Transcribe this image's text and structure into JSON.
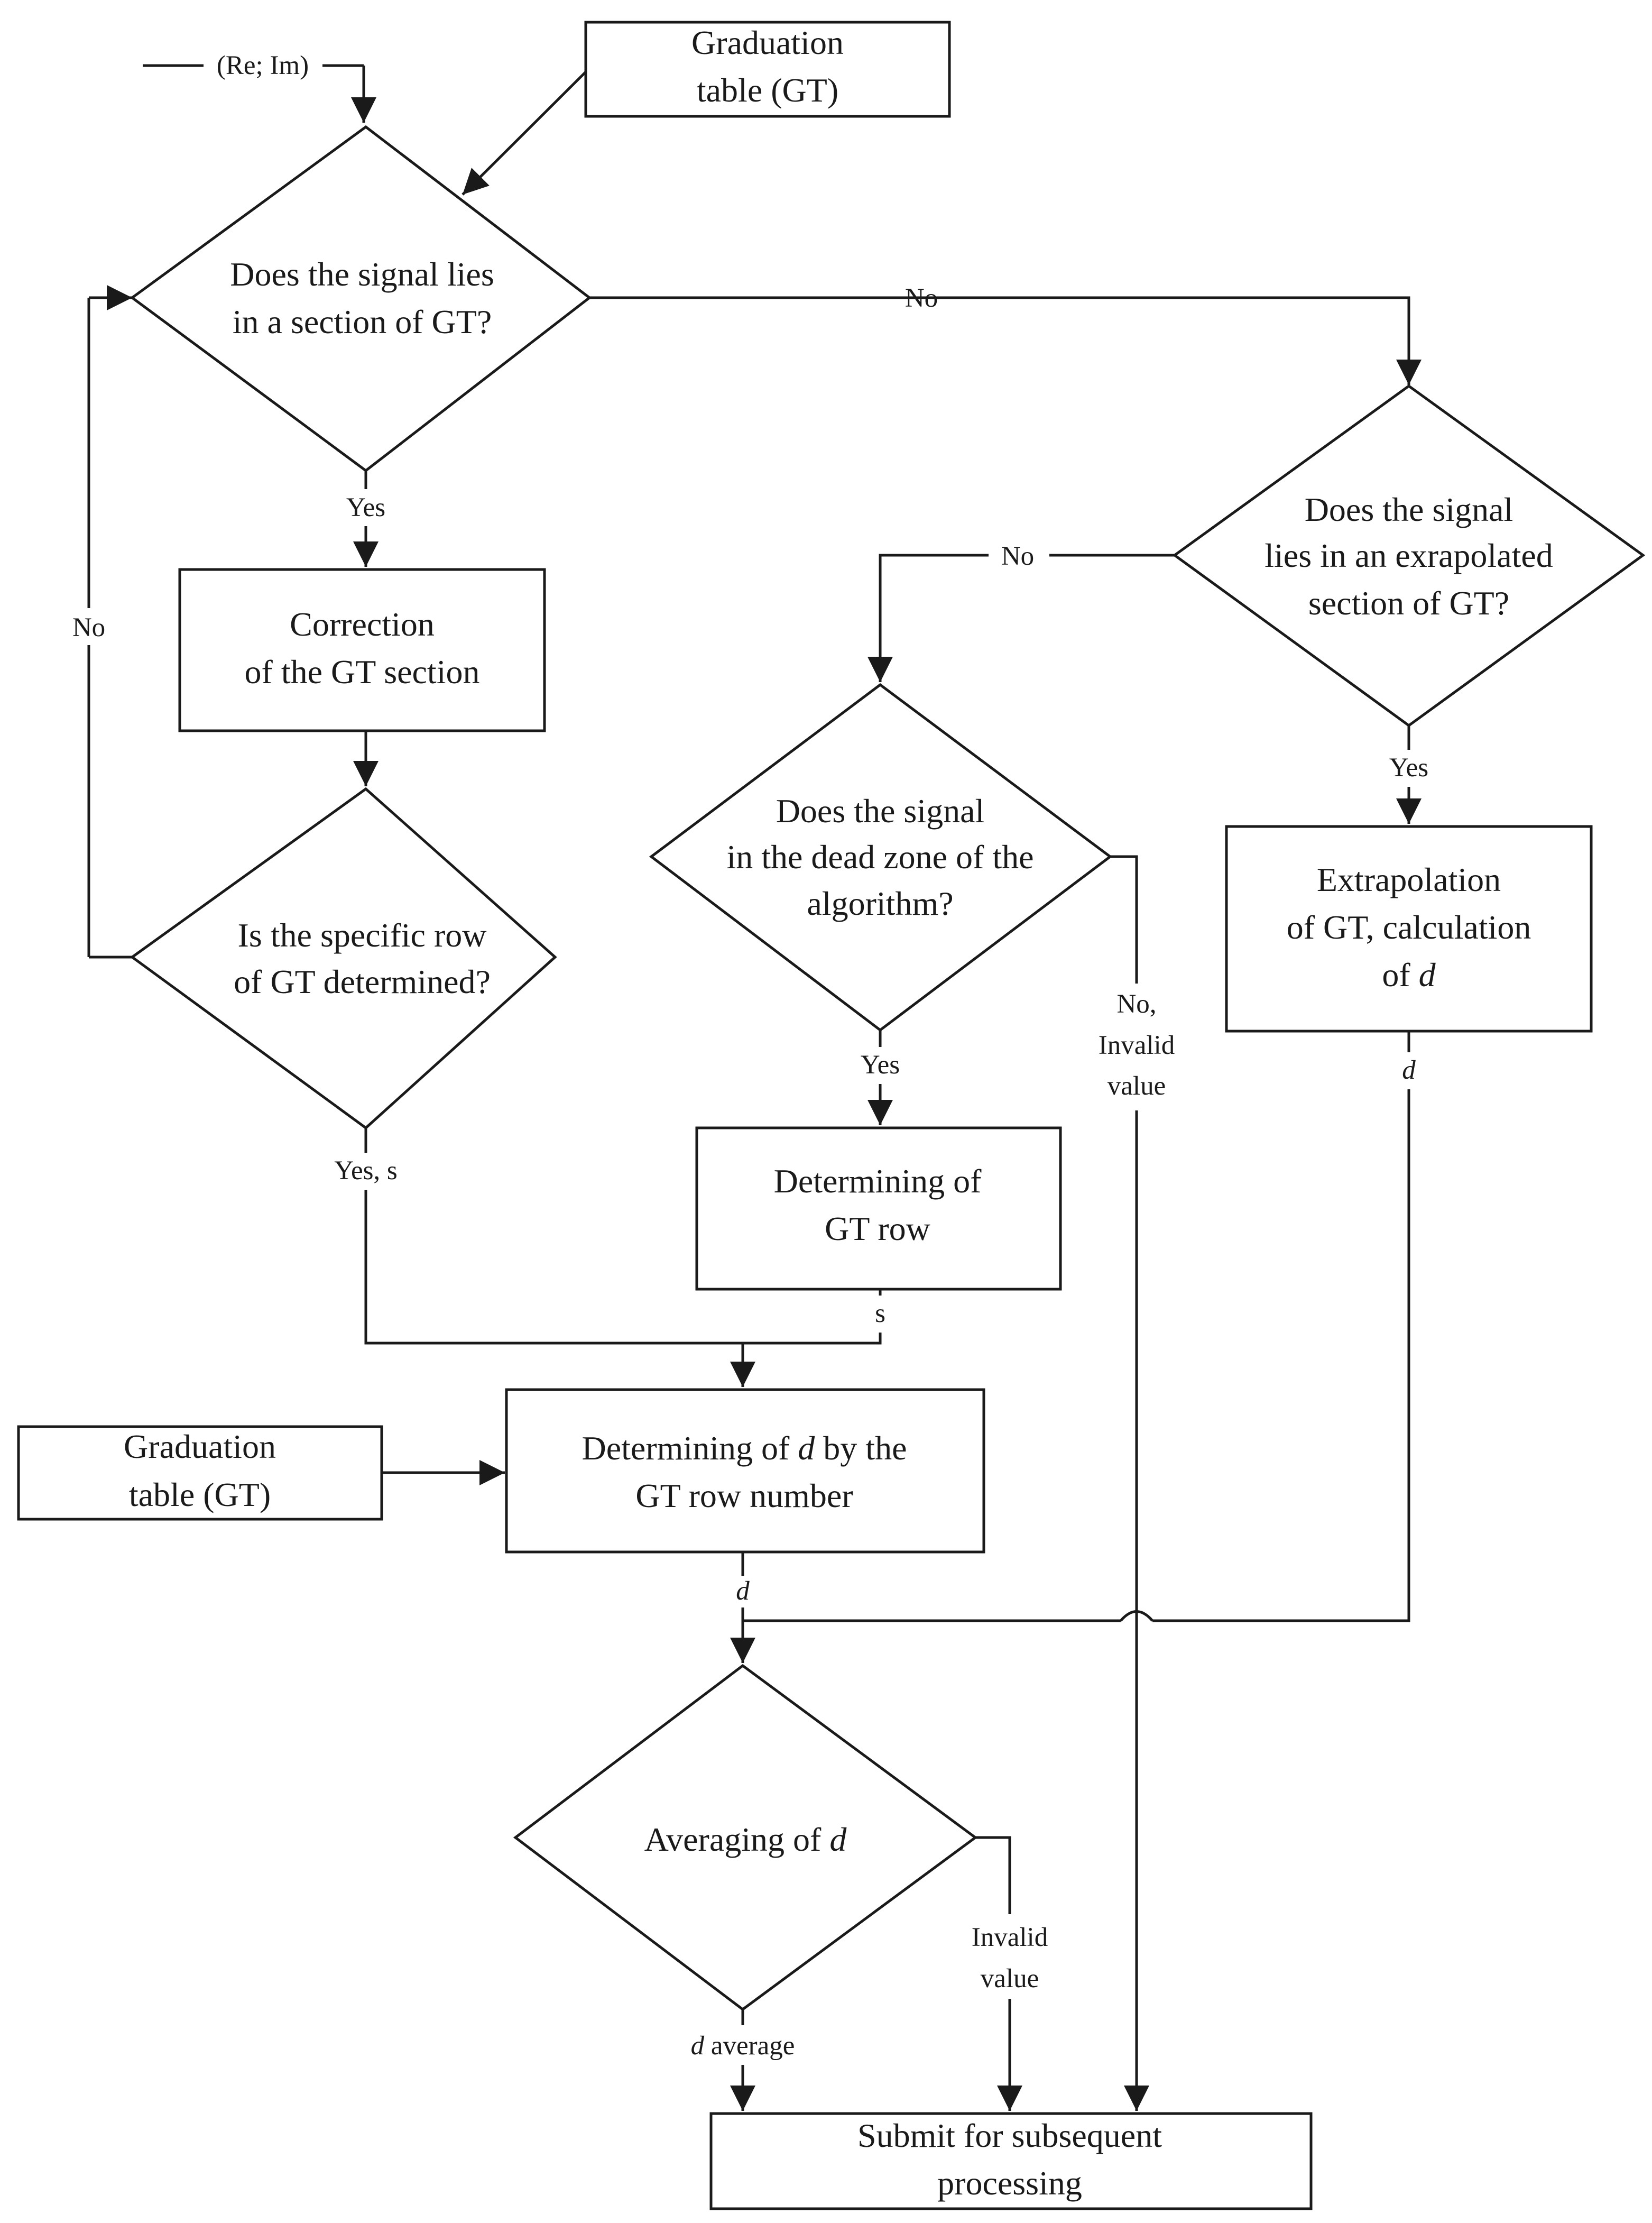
{
  "input_label": "(Re; Im)",
  "nodes": {
    "gt_top": [
      "Graduation",
      "table (GT)"
    ],
    "q_section": [
      "Does the signal lies",
      "in a section of GT?"
    ],
    "correction": [
      "Correction",
      "of the GT section"
    ],
    "q_row": [
      "Is the specific row",
      "of GT determined?"
    ],
    "q_extrap": [
      "Does the signal",
      "lies in an exrapolated",
      "section of GT?"
    ],
    "extrapolation_l1": "Extrapolation",
    "extrapolation_l2": "of GT, calculation",
    "extrapolation_l3a": "of ",
    "extrapolation_l3b": "d",
    "q_dead": [
      "Does the signal",
      "in the dead zone of the",
      "algorithm?"
    ],
    "det_row": [
      "Determining of",
      "GT row"
    ],
    "gt_left": [
      "Graduation",
      "table (GT)"
    ],
    "det_d_l1a": "Determining of ",
    "det_d_l1b": "d",
    "det_d_l1c": " by the",
    "det_d_l2": "GT row number",
    "avg_a": "Averaging of ",
    "avg_b": "d",
    "submit": [
      "Submit for subsequent",
      "processing"
    ]
  },
  "edge_labels": {
    "no_right": "No",
    "yes_section": "Yes",
    "no_loop": "No",
    "no_extrap": "No",
    "yes_extrap": "Yes",
    "d_extrap": "d",
    "no_invalid": [
      "No,",
      "Invalid",
      "value"
    ],
    "yes_dead": "Yes",
    "yes_s": "Yes, s",
    "s_row": "s",
    "d_det": "d",
    "d_average_a": "d",
    "d_average_b": " average",
    "invalid_value": [
      "Invalid",
      "value"
    ]
  }
}
